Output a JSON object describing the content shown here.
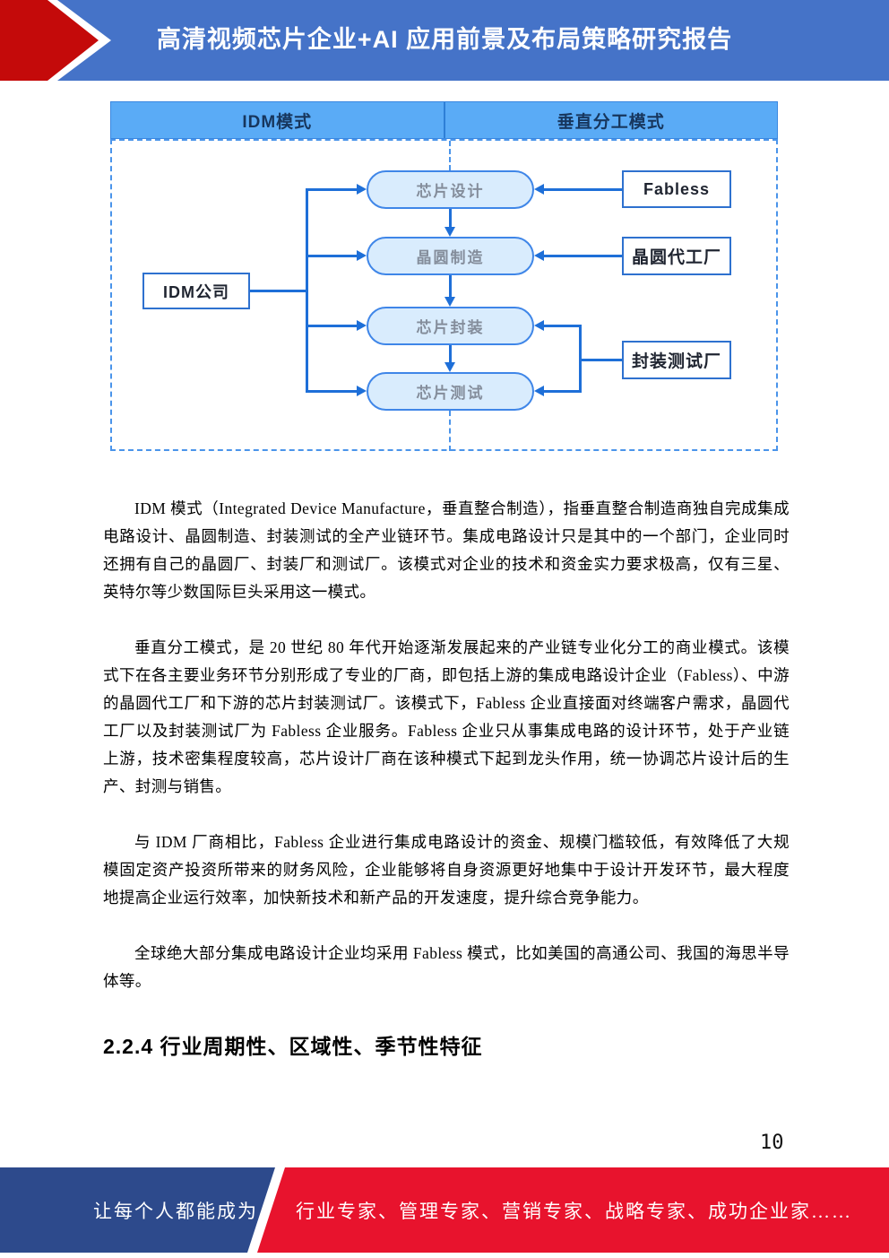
{
  "header": {
    "title": "高清视频芯片企业+AI 应用前景及布局策略研究报告"
  },
  "diagram": {
    "columns": {
      "left": "IDM模式",
      "right": "垂直分工模式"
    },
    "stages": [
      "芯片设计",
      "晶圆制造",
      "芯片封装",
      "芯片测试"
    ],
    "left_entity": "IDM公司",
    "right_entities": [
      "Fabless",
      "晶圆代工厂",
      "封装测试厂"
    ]
  },
  "paragraphs": [
    "IDM 模式（Integrated  Device  Manufacture，垂直整合制造），指垂直整合制造商独自完成集成电路设计、晶圆制造、封装测试的全产业链环节。集成电路设计只是其中的一个部门，企业同时还拥有自己的晶圆厂、封装厂和测试厂。该模式对企业的技术和资金实力要求极高，仅有三星、英特尔等少数国际巨头采用这一模式。",
    "垂直分工模式，是 20 世纪 80 年代开始逐渐发展起来的产业链专业化分工的商业模式。该模式下在各主要业务环节分别形成了专业的厂商，即包括上游的集成电路设计企业（Fabless）、中游的晶圆代工厂和下游的芯片封装测试厂。该模式下，Fabless 企业直接面对终端客户需求，晶圆代工厂以及封装测试厂为 Fabless 企业服务。Fabless 企业只从事集成电路的设计环节，处于产业链上游，技术密集程度较高，芯片设计厂商在该种模式下起到龙头作用，统一协调芯片设计后的生产、封测与销售。",
    "与 IDM 厂商相比，Fabless 企业进行集成电路设计的资金、规模门槛较低，有效降低了大规模固定资产投资所带来的财务风险，企业能够将自身资源更好地集中于设计开发环节，最大程度地提高企业运行效率，加快新技术和新产品的开发速度，提升综合竞争能力。",
    "全球绝大部分集成电路设计企业均采用 Fabless 模式，比如美国的高通公司、我国的海思半导体等。"
  ],
  "section_heading": "2.2.4 行业周期性、区域性、季节性特征",
  "page_number": "10",
  "footer": {
    "left_text": "让每个人都能成为",
    "right_text": "行业专家、管理专家、营销专家、战略专家、成功企业家……"
  },
  "colors": {
    "banner_blue": "#4573c8",
    "chevron_red": "#c40a0a",
    "diagram_header_blue": "#5aabf6",
    "diagram_line_blue": "#1e6fd8",
    "pill_fill": "#d9ecfd",
    "pill_border": "#3f86e8",
    "box_border": "#2e71cf",
    "footer_blue": "#2d4a8c",
    "footer_red": "#e8132d"
  }
}
